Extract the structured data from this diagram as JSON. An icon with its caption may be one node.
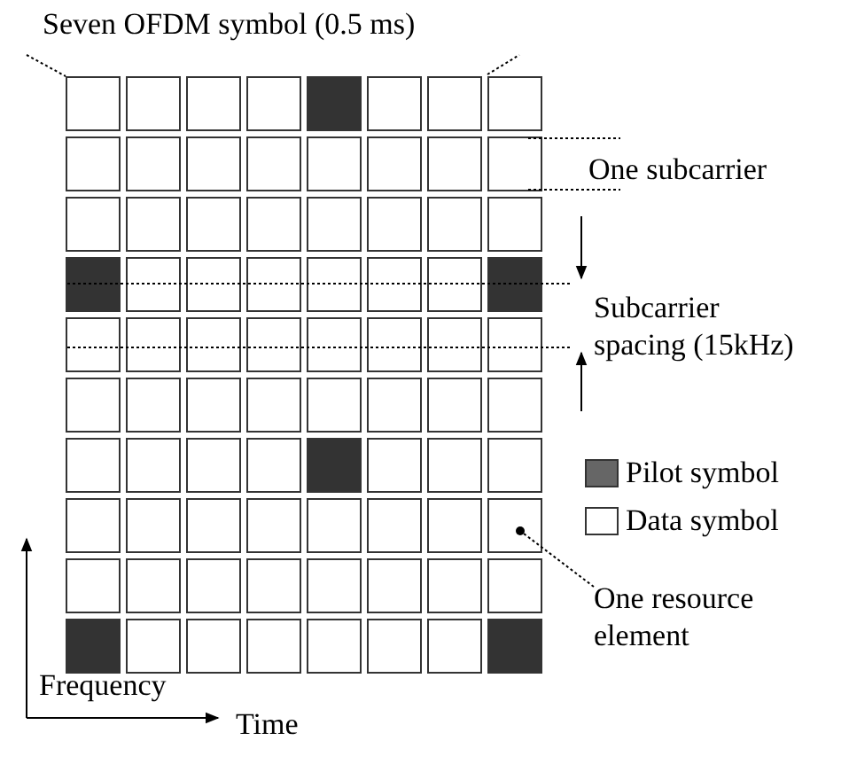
{
  "diagram": {
    "nodes": [
      {
        "text": [
          "One resource element"
        ]
      },
      {
        "text": [],
        "shape": "box"
      }
    ],
    "edges": [
      {
        "from": 0,
        "to": 1,
        "arrow": "other"
      }
    ],
    "labels": [
      "Seven OFDM symbol (0.5 ms)",
      "One subcarrier",
      "Subcarrier spacing (15kHz)",
      "Frequency",
      "Time"
    ],
    "legend": [
      {
        "text": "Pilot symbol",
        "color": "#666666"
      },
      {
        "text": "Data symbol",
        "color": "#ffffff"
      }
    ]
  }
}
